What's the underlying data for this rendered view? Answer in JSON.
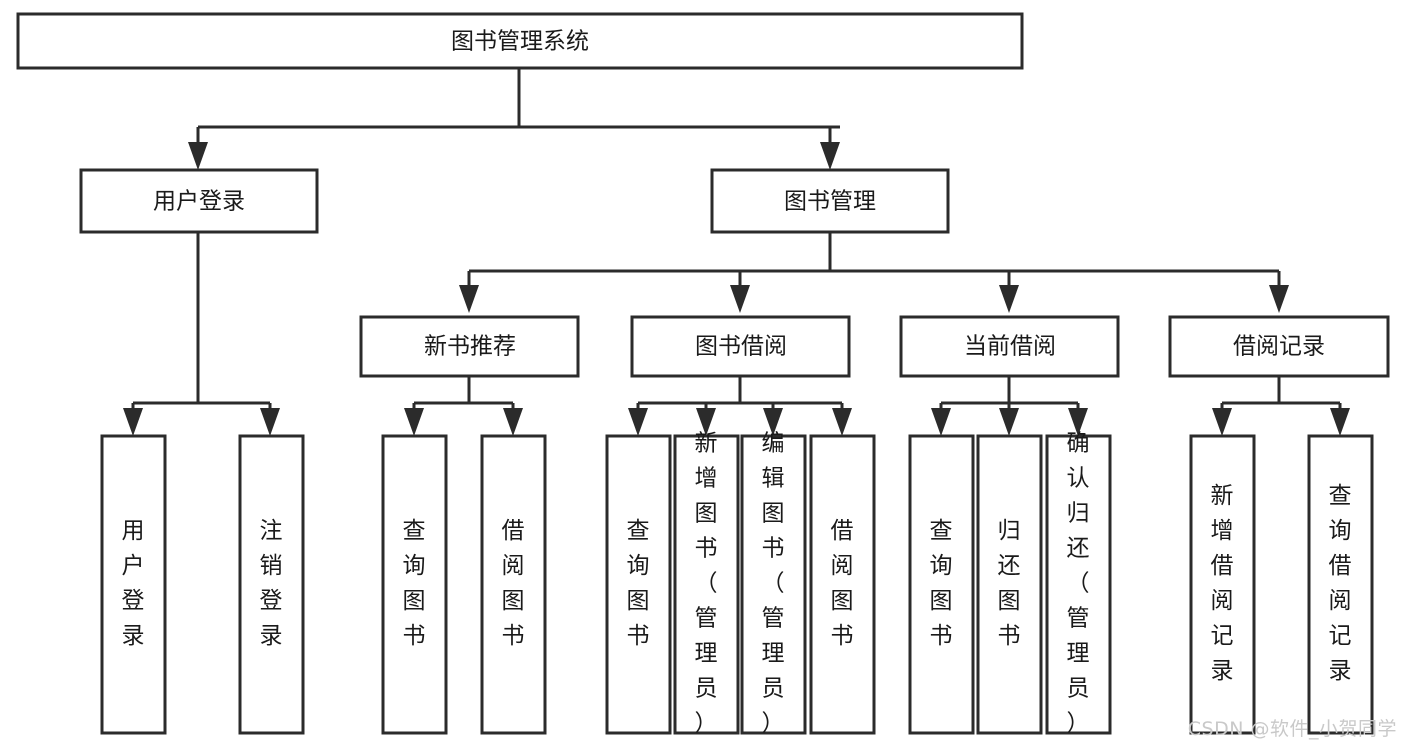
{
  "diagram": {
    "type": "hierarchy-tree",
    "title": "图书管理系统",
    "watermark": "CSDN @软件_小贺同学",
    "colors": {
      "box_stroke": "#2b2b2b",
      "box_fill": "#ffffff",
      "text": "#1a1a1a",
      "connector": "#2b2b2b",
      "watermark": "#c9c9c9",
      "background": "#ffffff"
    },
    "nodes": {
      "root": {
        "label": "图书管理系统",
        "level": 0,
        "orientation": "horizontal"
      },
      "l1": [
        {
          "id": "user_login",
          "label": "用户登录",
          "orientation": "horizontal"
        },
        {
          "id": "book_manage",
          "label": "图书管理",
          "orientation": "horizontal"
        }
      ],
      "l2": [
        {
          "id": "new_book_rec",
          "label": "新书推荐",
          "parent": "book_manage",
          "orientation": "horizontal"
        },
        {
          "id": "book_borrow",
          "label": "图书借阅",
          "parent": "book_manage",
          "orientation": "horizontal"
        },
        {
          "id": "current_borrow",
          "label": "当前借阅",
          "parent": "book_manage",
          "orientation": "horizontal"
        },
        {
          "id": "borrow_record",
          "label": "借阅记录",
          "parent": "book_manage",
          "orientation": "horizontal"
        }
      ],
      "leaves": [
        {
          "id": "leaf_user_login",
          "label": "用户登录",
          "parent": "user_login",
          "orientation": "vertical"
        },
        {
          "id": "leaf_logout",
          "label": "注销登录",
          "parent": "user_login",
          "orientation": "vertical"
        },
        {
          "id": "leaf_query_book_1",
          "label": "查询图书",
          "parent": "new_book_rec",
          "orientation": "vertical"
        },
        {
          "id": "leaf_borrow_book_1",
          "label": "借阅图书",
          "parent": "new_book_rec",
          "orientation": "vertical"
        },
        {
          "id": "leaf_query_book_2",
          "label": "查询图书",
          "parent": "book_borrow",
          "orientation": "vertical"
        },
        {
          "id": "leaf_add_book",
          "label": "新增图书（管理员）",
          "parent": "book_borrow",
          "orientation": "vertical"
        },
        {
          "id": "leaf_edit_book",
          "label": "编辑图书（管理员）",
          "parent": "book_borrow",
          "orientation": "vertical"
        },
        {
          "id": "leaf_borrow_book_2",
          "label": "借阅图书",
          "parent": "book_borrow",
          "orientation": "vertical"
        },
        {
          "id": "leaf_query_book_3",
          "label": "查询图书",
          "parent": "current_borrow",
          "orientation": "vertical"
        },
        {
          "id": "leaf_return_book",
          "label": "归还图书",
          "parent": "current_borrow",
          "orientation": "vertical"
        },
        {
          "id": "leaf_confirm_return",
          "label": "确认归还（管理员）",
          "parent": "current_borrow",
          "orientation": "vertical"
        },
        {
          "id": "leaf_add_record",
          "label": "新增借阅记录",
          "parent": "borrow_record",
          "orientation": "vertical"
        },
        {
          "id": "leaf_query_record",
          "label": "查询借阅记录",
          "parent": "borrow_record",
          "orientation": "vertical"
        }
      ]
    }
  }
}
